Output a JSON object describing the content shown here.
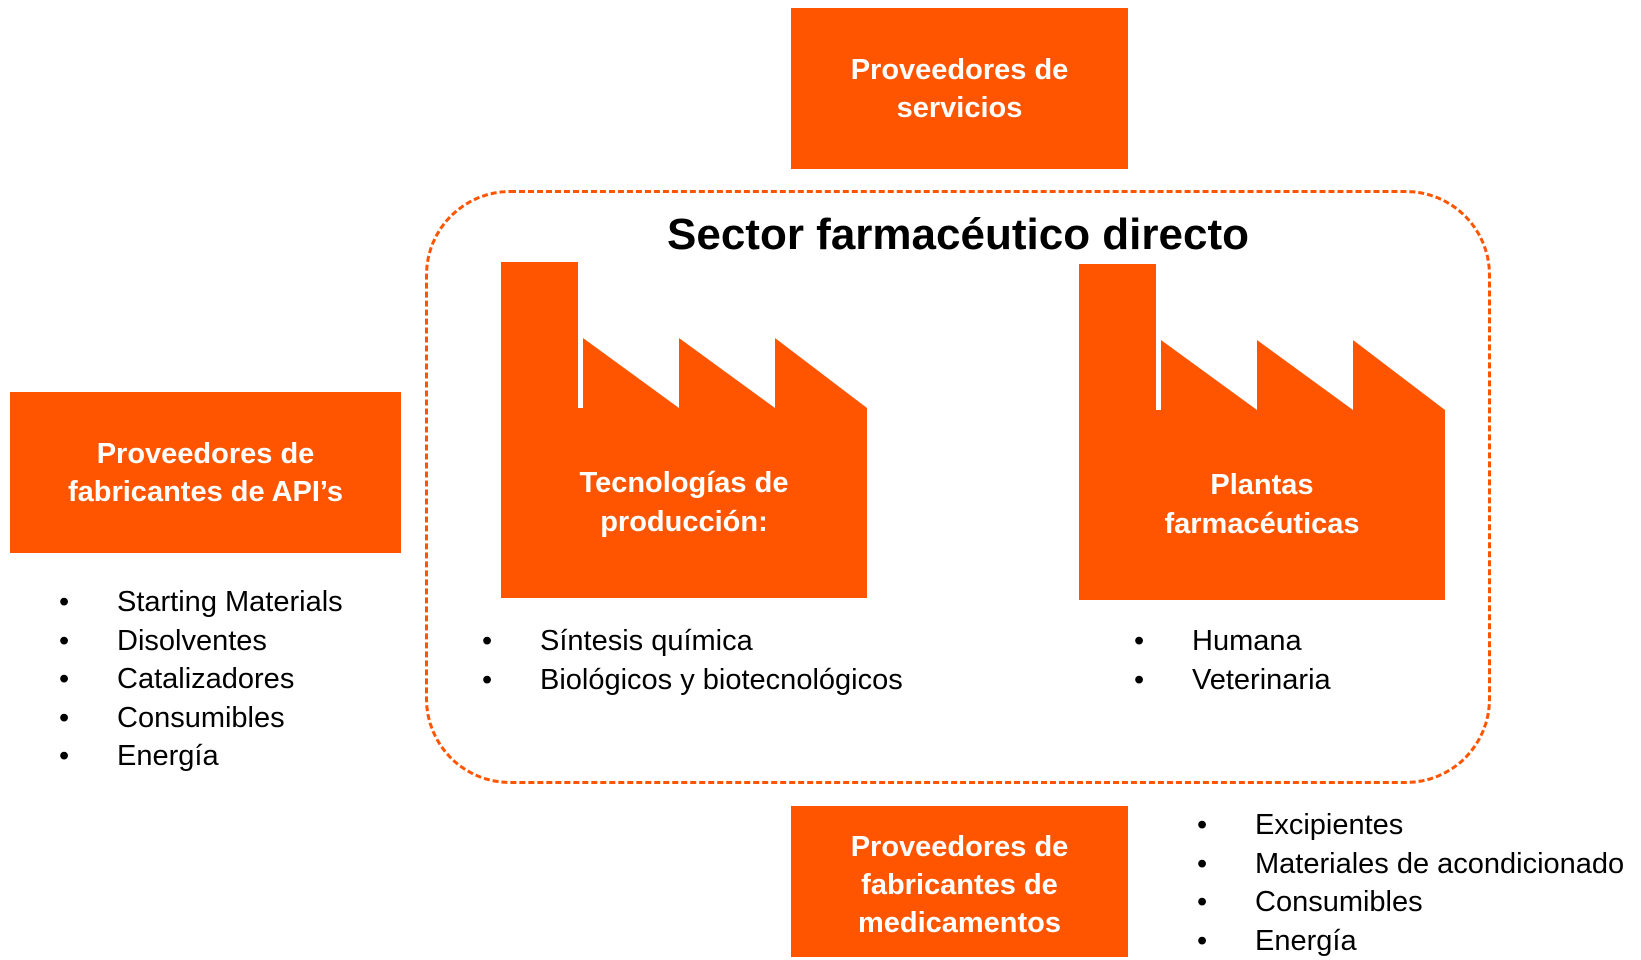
{
  "diagram": {
    "title": "Sector farmacéutico directo",
    "accent_color": "#FF5500",
    "boxes": {
      "services": {
        "lines": [
          "Proveedores de",
          "servicios"
        ]
      },
      "api_suppliers": {
        "lines": [
          "Proveedores de",
          "fabricantes de API’s"
        ]
      },
      "drug_suppliers": {
        "lines": [
          "Proveedores de",
          "fabricantes de",
          "medicamentos"
        ]
      }
    },
    "factories": {
      "production": {
        "icon": "factory-icon",
        "lines": [
          "Tecnologías de",
          "producción:"
        ],
        "items": [
          "Síntesis química",
          "Biológicos y biotecnológicos"
        ]
      },
      "plants": {
        "icon": "factory-icon",
        "lines": [
          "Plantas",
          "farmacéuticas"
        ],
        "items": [
          "Humana",
          "Veterinaria"
        ]
      }
    },
    "lists": {
      "api_inputs": [
        "Starting Materials",
        "Disolventes",
        "Catalizadores",
        "Consumibles",
        "Energía"
      ],
      "drug_inputs": [
        "Excipientes",
        "Materiales de acondicionado",
        "Consumibles",
        "Energía"
      ]
    },
    "bullet": "•"
  }
}
